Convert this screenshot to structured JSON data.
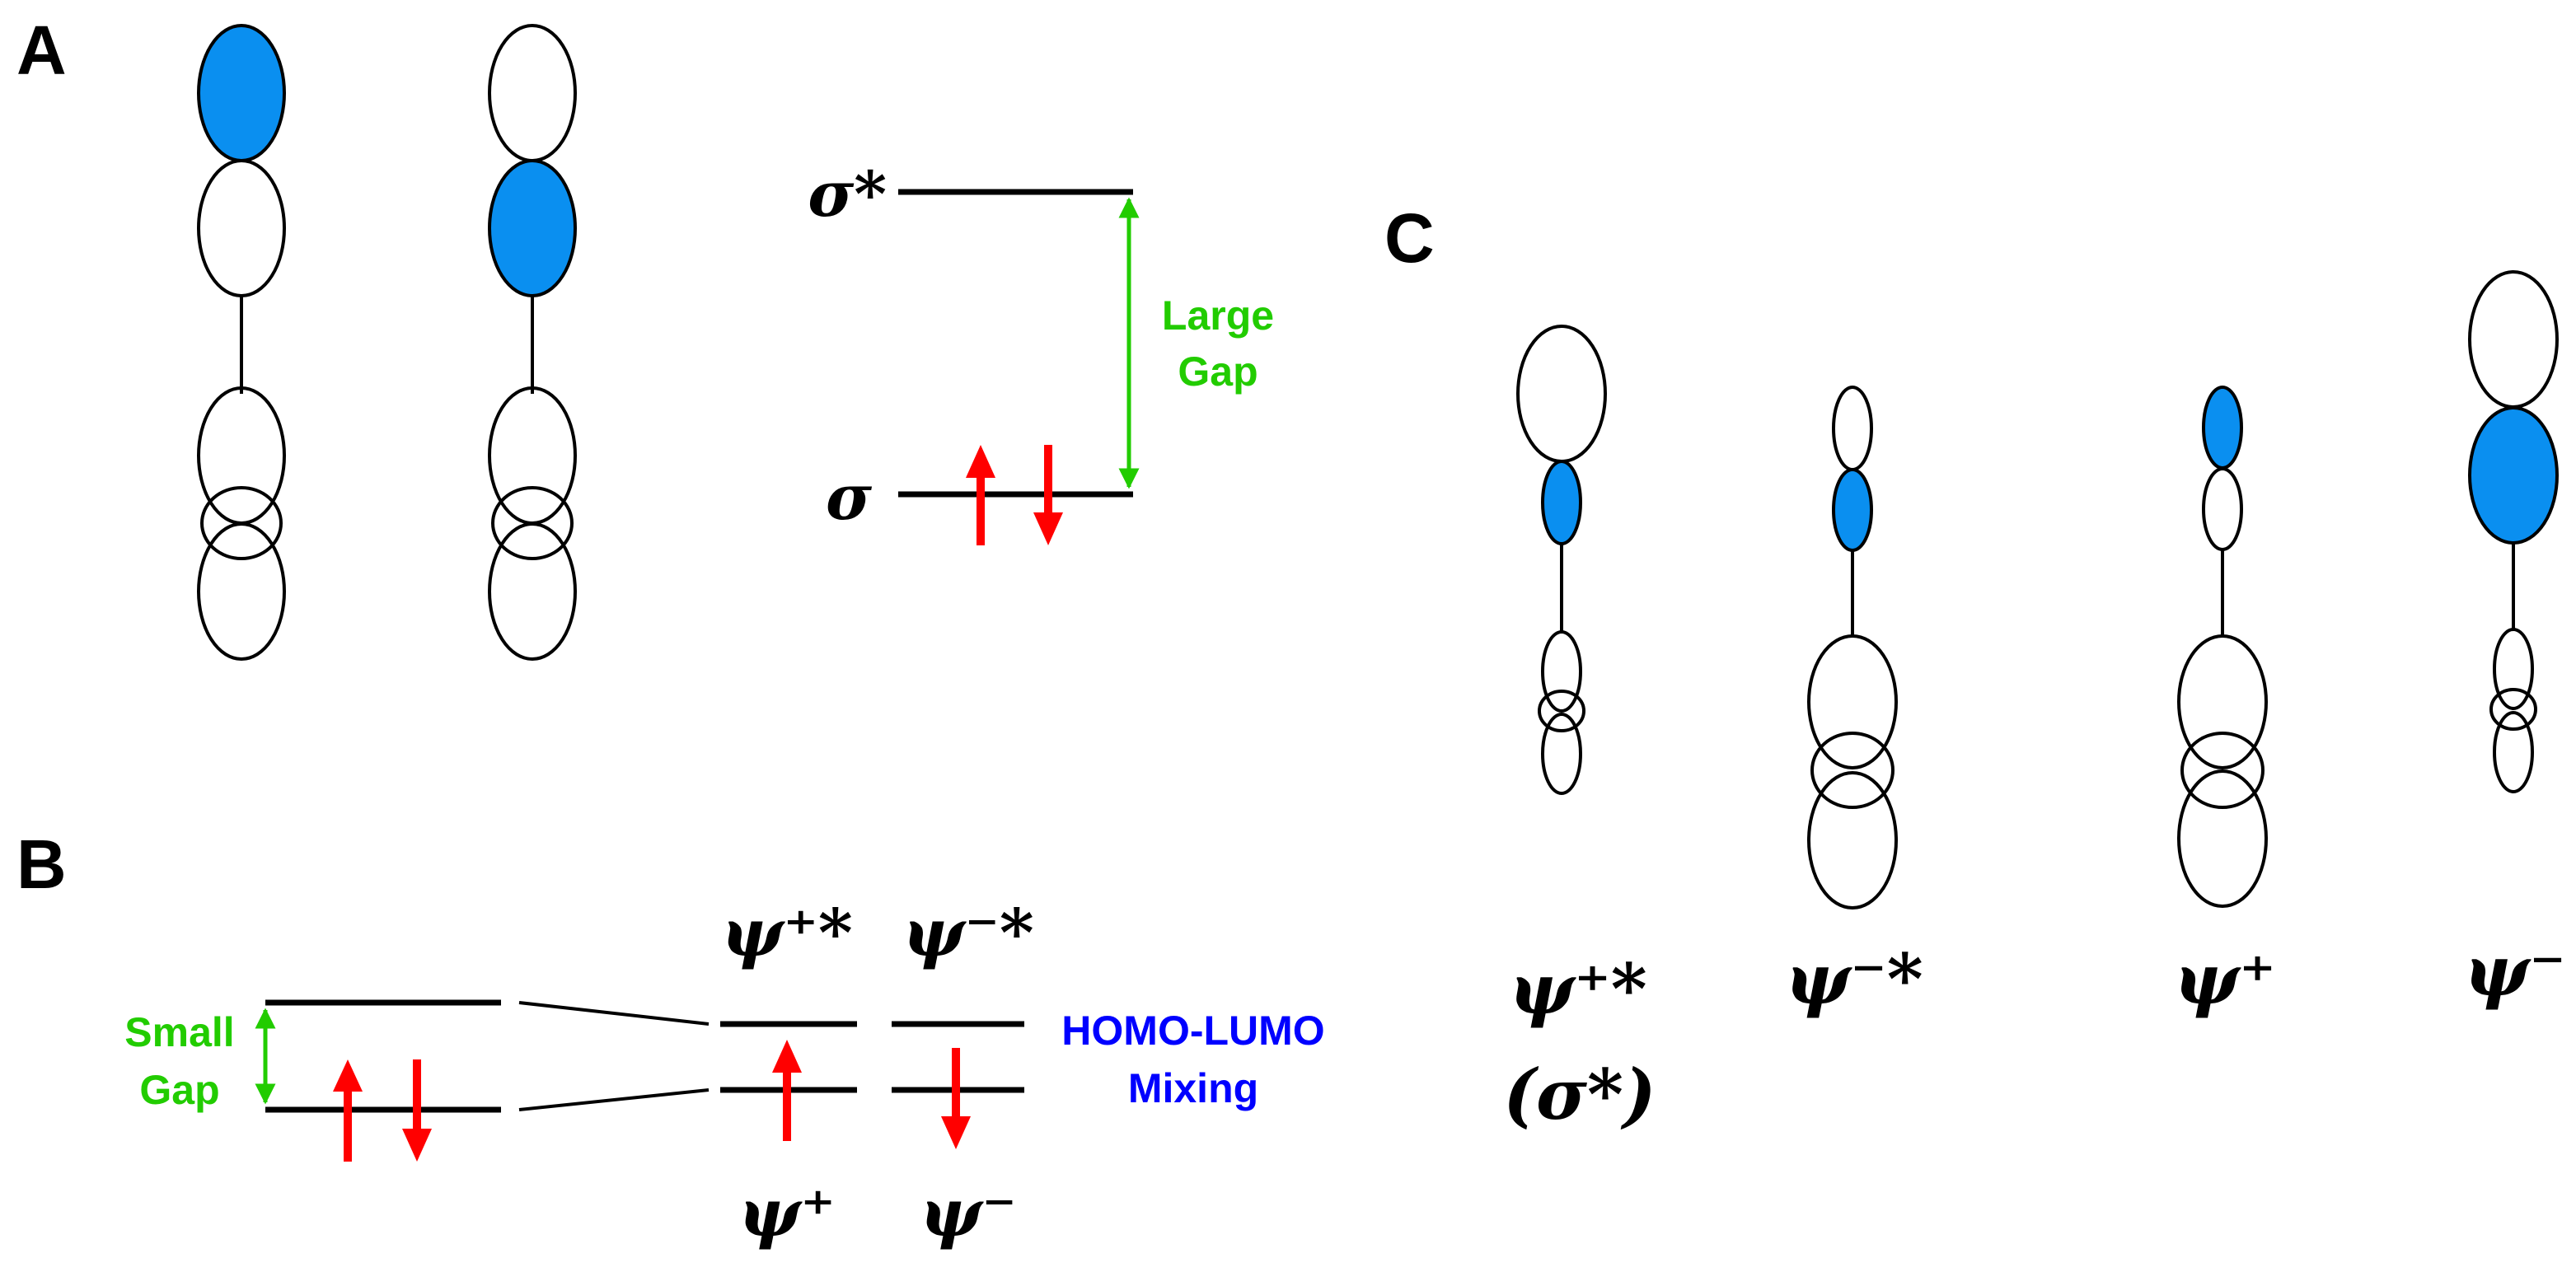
{
  "panels": {
    "a": "A",
    "b": "B",
    "c": "C"
  },
  "colors": {
    "phase_fill": "#0a8ff0",
    "gap_arrow": "#22cc00",
    "spin_arrow": "#ff0000",
    "mixing_label": "#0000ff"
  },
  "panel_a": {
    "upper_level": "σ*",
    "lower_level": "σ",
    "gap_label_line1": "Large",
    "gap_label_line2": "Gap"
  },
  "panel_b": {
    "gap_label_line1": "Small",
    "gap_label_line2": "Gap",
    "upper_left": "ψ⁺*",
    "upper_right": "ψ⁻*",
    "lower_left": "ψ⁺",
    "lower_right": "ψ⁻",
    "mixing_line1": "HOMO-LUMO",
    "mixing_line2": "Mixing"
  },
  "panel_c": {
    "labels": [
      "ψ⁺*",
      "ψ⁻*",
      "ψ⁺",
      "ψ⁻"
    ],
    "sublabel": "(σ*)"
  }
}
